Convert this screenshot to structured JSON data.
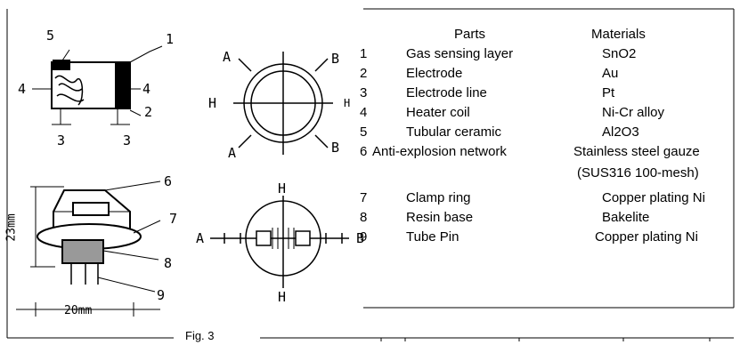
{
  "figure": {
    "caption": "Fig. 3",
    "labels": {
      "p1": "1",
      "p2": "2",
      "p3a": "3",
      "p3b": "3",
      "p4a": "4",
      "p4b": "4",
      "p5": "5",
      "p6": "6",
      "p7": "7",
      "p8": "8",
      "p9": "9",
      "pinA_top": "A",
      "pinB_top": "B",
      "pinH_left": "H",
      "pinH_right": "H",
      "pinA_bottom": "A",
      "pinB_bottom": "B",
      "bH_top": "H",
      "bA": "A",
      "bB": "B",
      "bH_bottom": "H",
      "height_dim": "23mm",
      "width_dim": "20mm"
    }
  },
  "table": {
    "headers": {
      "parts": "Parts",
      "materials": "Materials"
    },
    "rows": [
      {
        "num": "1",
        "part": "Gas sensing layer",
        "material": "SnO2"
      },
      {
        "num": "2",
        "part": "Electrode",
        "material": "Au"
      },
      {
        "num": "3",
        "part": "Electrode line",
        "material": "Pt"
      },
      {
        "num": "4",
        "part": "Heater coil",
        "material": "Ni-Cr alloy"
      },
      {
        "num": "5",
        "part": "Tubular ceramic",
        "material": "Al2O3"
      },
      {
        "num": "6",
        "part": "Anti-explosion network",
        "material": "Stainless steel gauze",
        "material2": "(SUS316 100-mesh)"
      },
      {
        "num": "7",
        "part": "Clamp  ring",
        "material": "Copper plating Ni"
      },
      {
        "num": "8",
        "part": "Resin  base",
        "material": "Bakelite"
      },
      {
        "num": "9",
        "part": "Tube Pin",
        "material": "Copper plating Ni"
      }
    ]
  }
}
